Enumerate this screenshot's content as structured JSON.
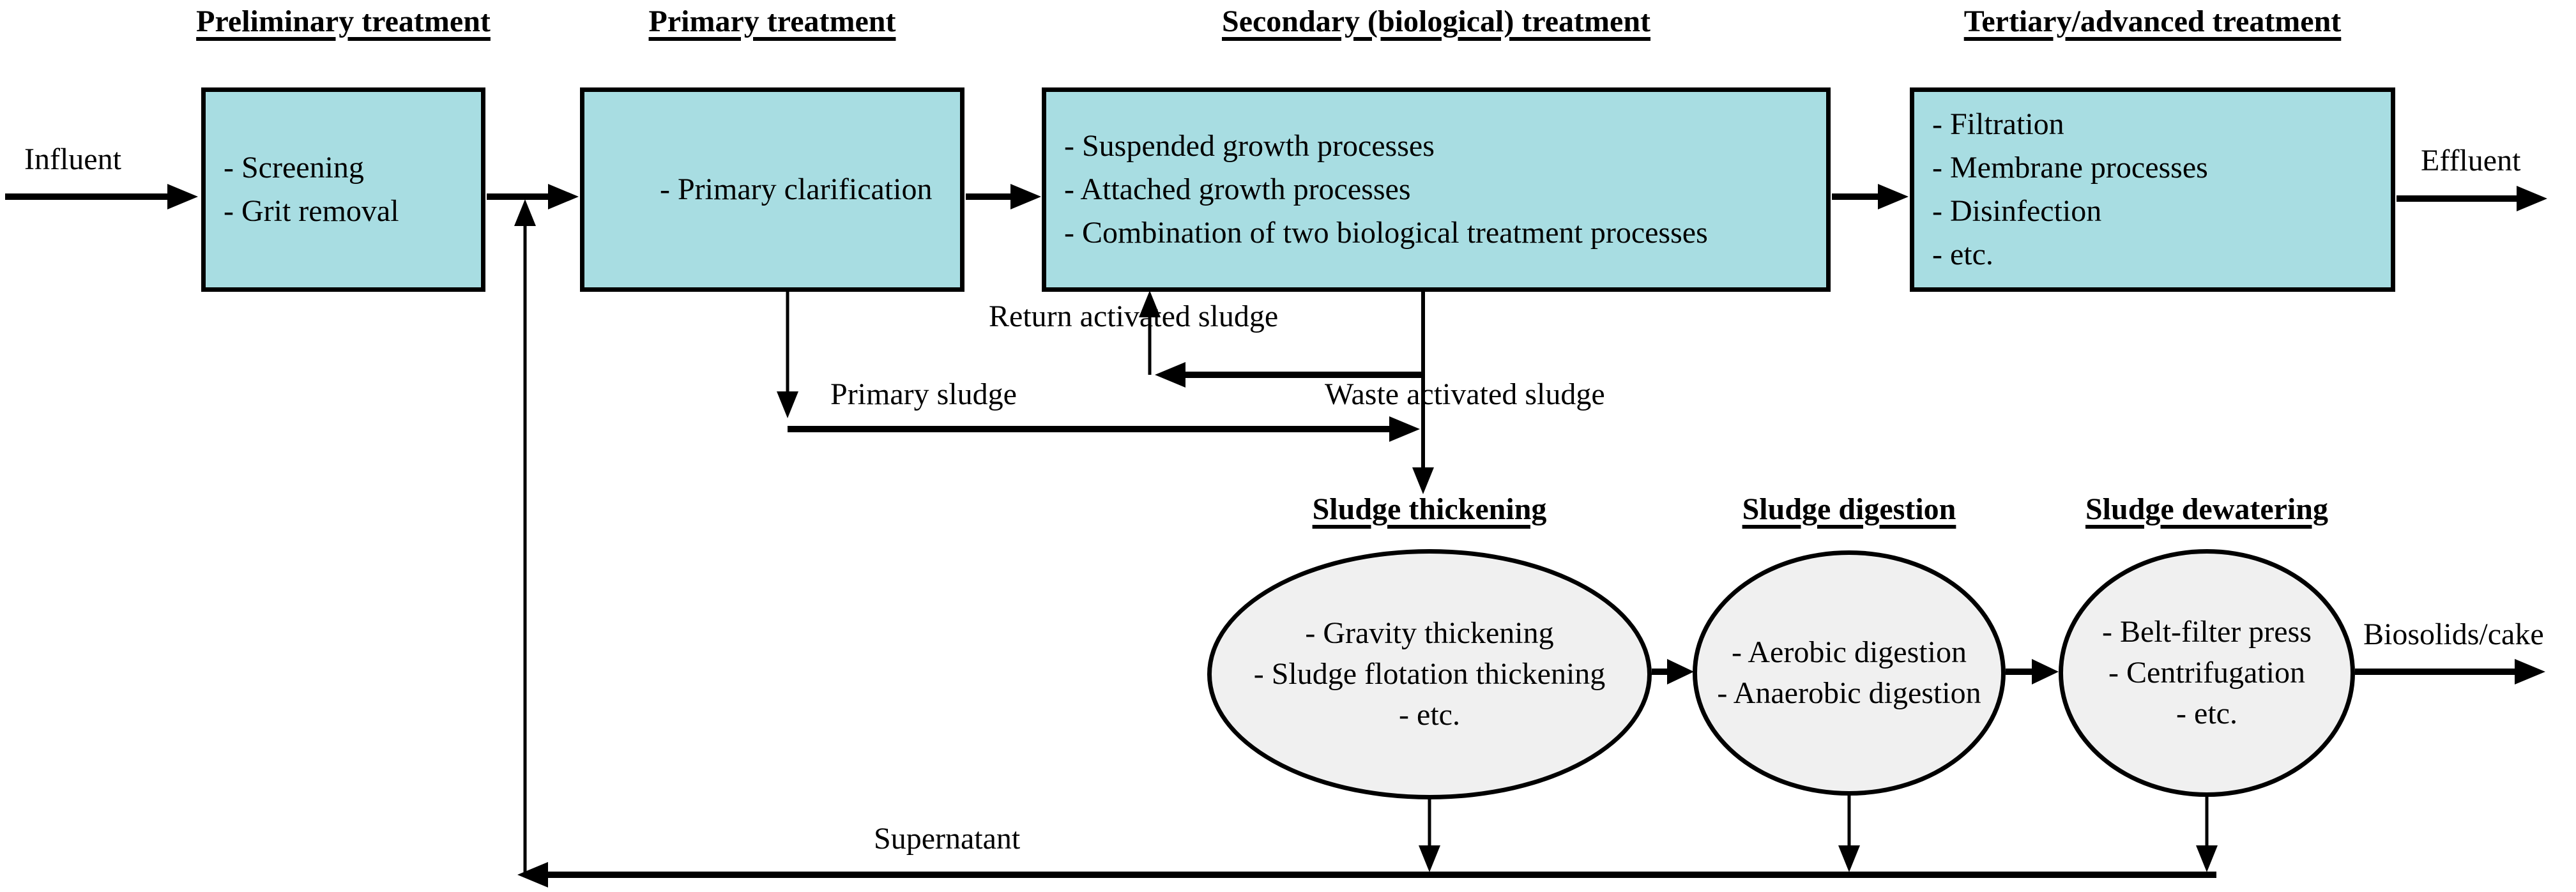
{
  "diagram": {
    "colors": {
      "box_fill": "#a8dde2",
      "ellipse_fill": "#f0f0f0",
      "line": "#000000",
      "background": "#ffffff"
    },
    "liquid_train": {
      "input_label": "Influent",
      "output_label": "Effluent",
      "stages": [
        {
          "header": "Preliminary treatment",
          "items": [
            "- Screening",
            "- Grit removal"
          ]
        },
        {
          "header": "Primary treatment",
          "items": [
            "- Primary clarification"
          ]
        },
        {
          "header": "Secondary (biological) treatment",
          "items": [
            "- Suspended growth processes",
            "- Attached growth processes",
            "- Combination of two biological treatment processes"
          ]
        },
        {
          "header": "Tertiary/advanced treatment",
          "items": [
            "- Filtration",
            "- Membrane processes",
            "- Disinfection",
            "- etc."
          ]
        }
      ]
    },
    "solids_train": {
      "output_label": "Biosolids/cake",
      "stages": [
        {
          "header": "Sludge thickening",
          "items": [
            "- Gravity thickening",
            "- Sludge flotation thickening",
            "- etc."
          ]
        },
        {
          "header": "Sludge digestion",
          "items": [
            "- Aerobic digestion",
            "- Anaerobic digestion"
          ]
        },
        {
          "header": "Sludge dewatering",
          "items": [
            "- Belt-filter press",
            "- Centrifugation",
            "- etc."
          ]
        }
      ]
    },
    "flow_labels": {
      "return_activated_sludge": "Return activated sludge",
      "primary_sludge": "Primary sludge",
      "waste_activated_sludge": "Waste activated sludge",
      "supernatant": "Supernatant"
    }
  }
}
